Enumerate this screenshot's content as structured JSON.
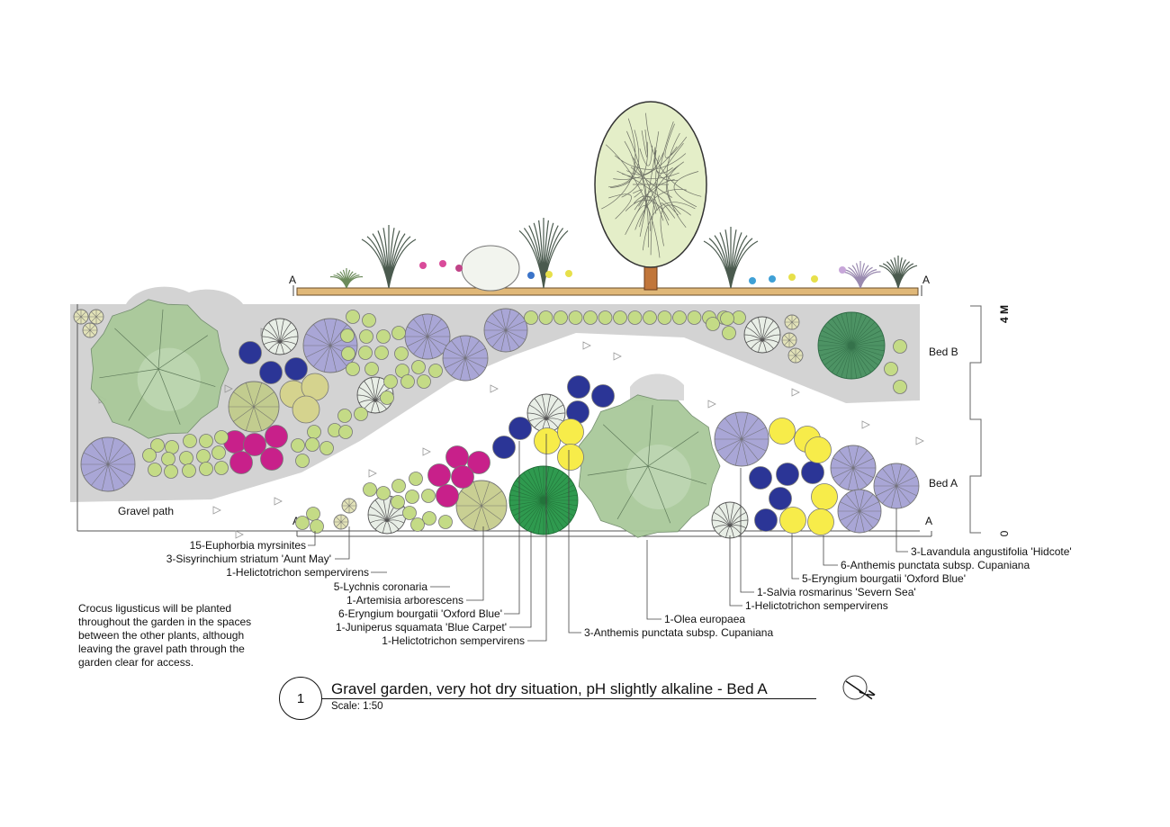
{
  "drawing": {
    "title": "Gravel garden, very hot dry situation, pH slightly alkaline - Bed A",
    "scale": "Scale: 1:50",
    "number": "1",
    "north": "N"
  },
  "section_markers": {
    "left": "A",
    "right": "A"
  },
  "scale_bar": {
    "top": "4 M",
    "bottom": "0"
  },
  "bed_labels": {
    "bed_b": "Bed B",
    "bed_a": "Bed A",
    "path": "Gravel path"
  },
  "note": "Crocus ligusticus will be planted\nthroughout the garden in the spaces\nbetween the other plants, although\nleaving the gravel path through the\ngarden clear for access.",
  "plant_labels": [
    "15-Euphorbia myrsinites",
    "3-Sisyrinchium striatum 'Aunt May'",
    "1-Helictotrichon sempervirens",
    "5-Lychnis coronaria",
    "1-Artemisia arborescens",
    "6-Eryngium bourgatii 'Oxford Blue'",
    "1-Juniperus squamata 'Blue Carpet'",
    "1-Helictotrichon sempervirens",
    "3-Anthemis punctata subsp. Cupaniana",
    "1-Olea europaea",
    "1-Helictotrichon sempervirens",
    "1-Salvia rosmarinus 'Severn Sea'",
    "5-Eryngium bourgatii 'Oxford Blue'",
    "6-Anthemis punctata subsp. Cupaniana",
    "3-Lavandula angustifolia 'Hidcote'"
  ],
  "colors": {
    "bed_b_fill": "#d2d2d2",
    "olive": "#a9c99a",
    "lime": "#c4db86",
    "lavender": "#a9a6d6",
    "navy": "#2b3596",
    "magenta": "#c8208a",
    "yellow": "#f7ec4a",
    "juniper": "#2f9a4f",
    "sage": "#c9cf93"
  }
}
